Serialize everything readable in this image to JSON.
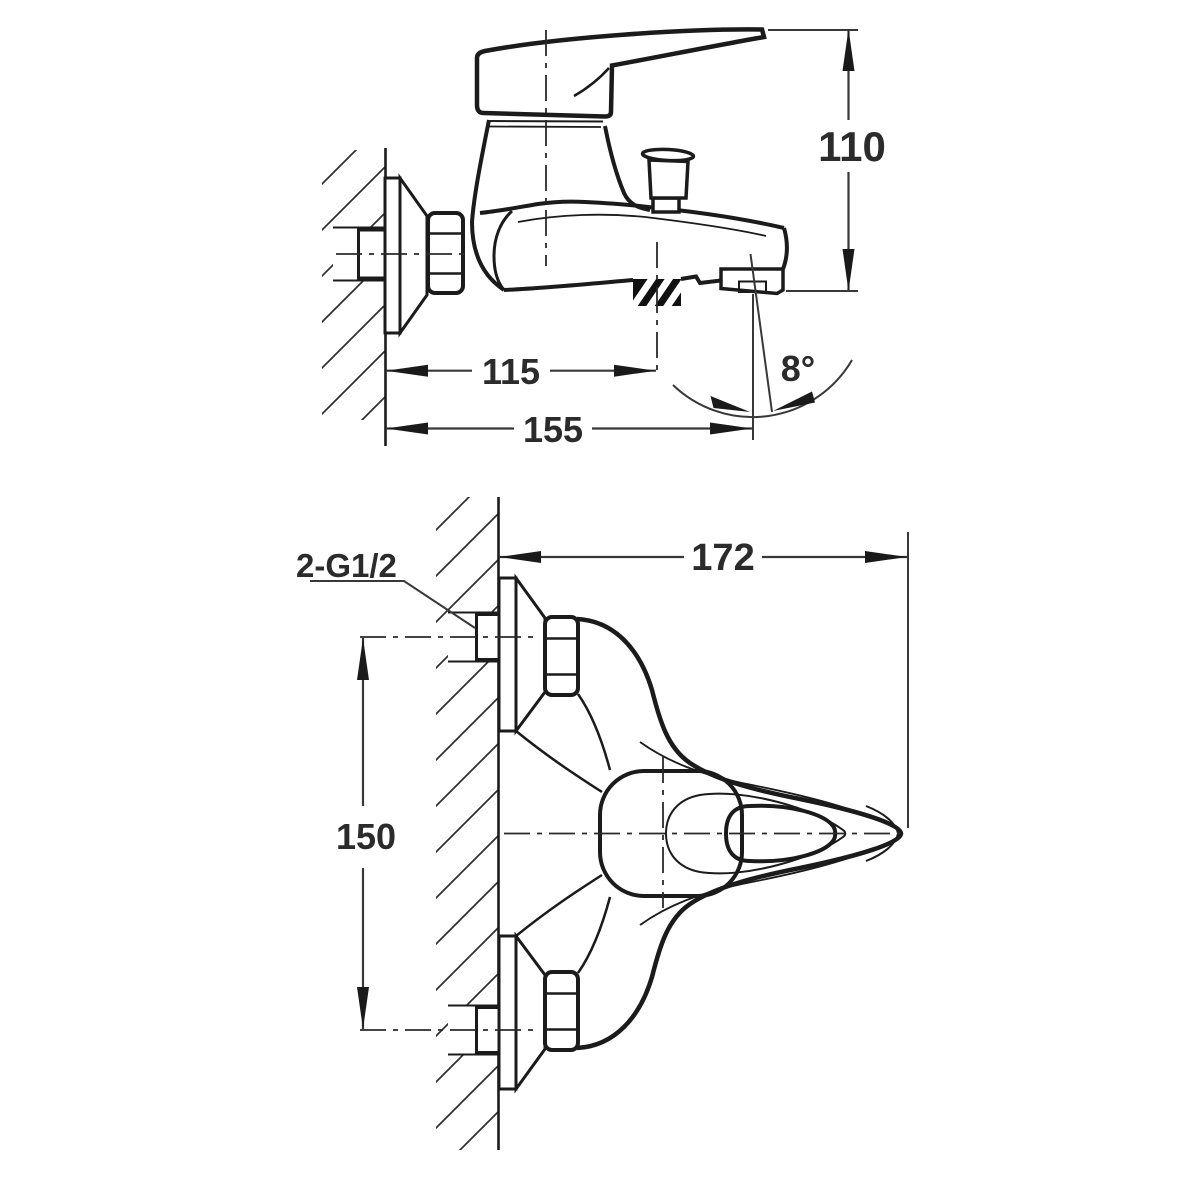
{
  "drawing": {
    "type": "technical installation drawing, wall-mounted bath mixer tap, two orthographic views",
    "colors": {
      "line": "#1b1b1b",
      "dimension": "#383838",
      "background": "#ffffff"
    },
    "side_view": {
      "dimensions": {
        "height": "110",
        "outlet_offset": "115",
        "spout_reach": "155",
        "spout_angle": "8°"
      }
    },
    "plan_view": {
      "dimensions": {
        "depth": "172",
        "inlet_spacing": "150"
      },
      "thread_label": "2-G1/2"
    }
  }
}
